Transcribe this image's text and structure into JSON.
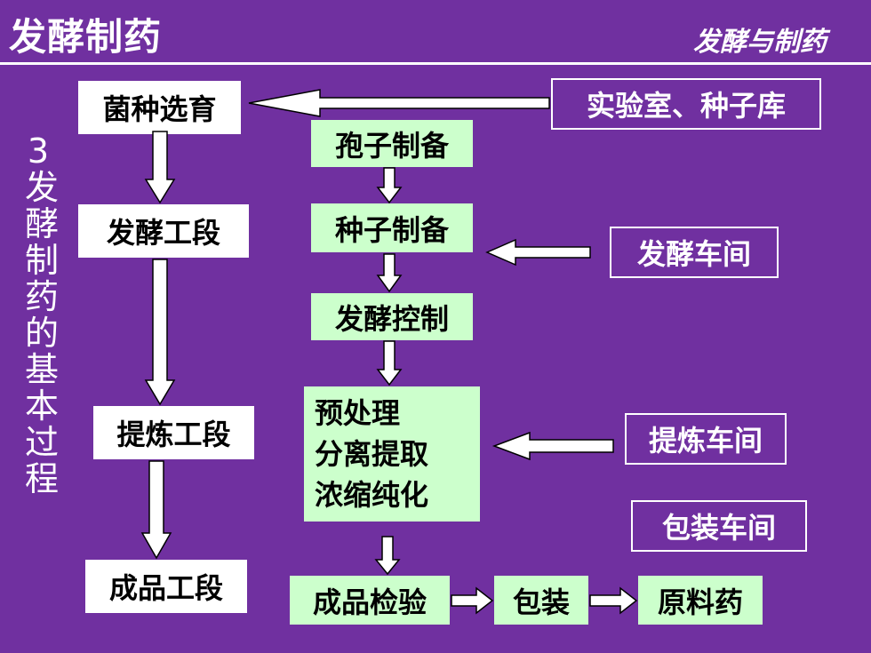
{
  "header": {
    "title": "发酵制药",
    "brand": "发酵与制药"
  },
  "sidebar_vertical_text": "3 发酵制药的基本过程",
  "stages": {
    "strain": "菌种选育",
    "fermentation": "发酵工段",
    "extraction": "提炼工段",
    "product": "成品工段"
  },
  "process": {
    "spore": "孢子制备",
    "seed": "种子制备",
    "control": "发酵控制",
    "downstream": [
      "预处理",
      "分离提取",
      "浓缩纯化"
    ],
    "inspection": "成品检验",
    "packaging": "包装",
    "api": "原料药"
  },
  "locations": {
    "lab": "实验室、种子库",
    "fermentation_workshop": "发酵车间",
    "extraction_workshop": "提炼车间",
    "packaging_workshop": "包装车间"
  },
  "colors": {
    "background": "#7030A0",
    "process_box": "#ccffcc",
    "stage_box": "#ffffff"
  }
}
